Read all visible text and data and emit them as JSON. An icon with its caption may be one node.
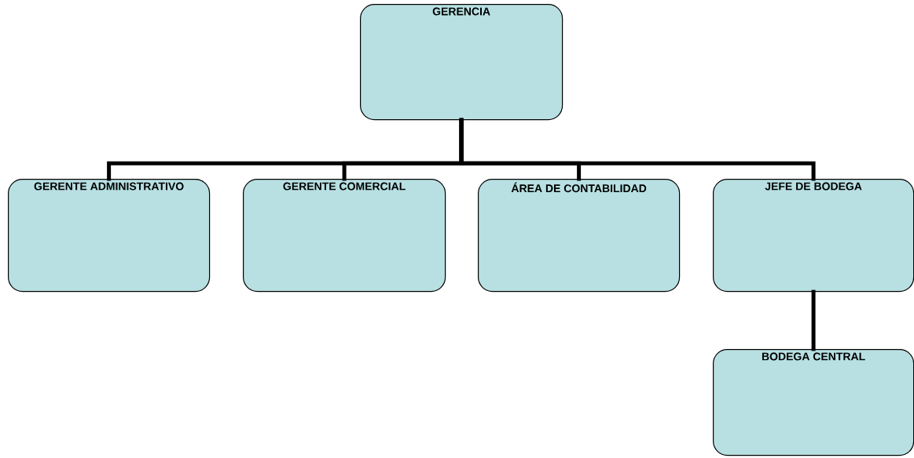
{
  "diagram": {
    "nodes": [
      {
        "text": [
          "GERENCIA"
        ]
      },
      {
        "text": [
          "GERENTE ADMINISTRATIVO"
        ]
      },
      {
        "text": [
          "GERENTE COMERCIAL"
        ]
      },
      {
        "text": [
          "ÁREA DE CONTABILIDAD"
        ]
      },
      {
        "text": [
          "JEFE DE BODEGA"
        ]
      },
      {
        "text": [
          "BODEGA CENTRAL"
        ]
      }
    ],
    "edges": [
      {
        "from": 0,
        "to": 1,
        "arrow": "none"
      },
      {
        "from": 0,
        "to": 2,
        "arrow": "none"
      },
      {
        "from": 0,
        "to": 3,
        "arrow": "none"
      },
      {
        "from": 0,
        "to": 4,
        "arrow": "none"
      },
      {
        "from": 4,
        "to": 5,
        "arrow": "none"
      }
    ]
  }
}
